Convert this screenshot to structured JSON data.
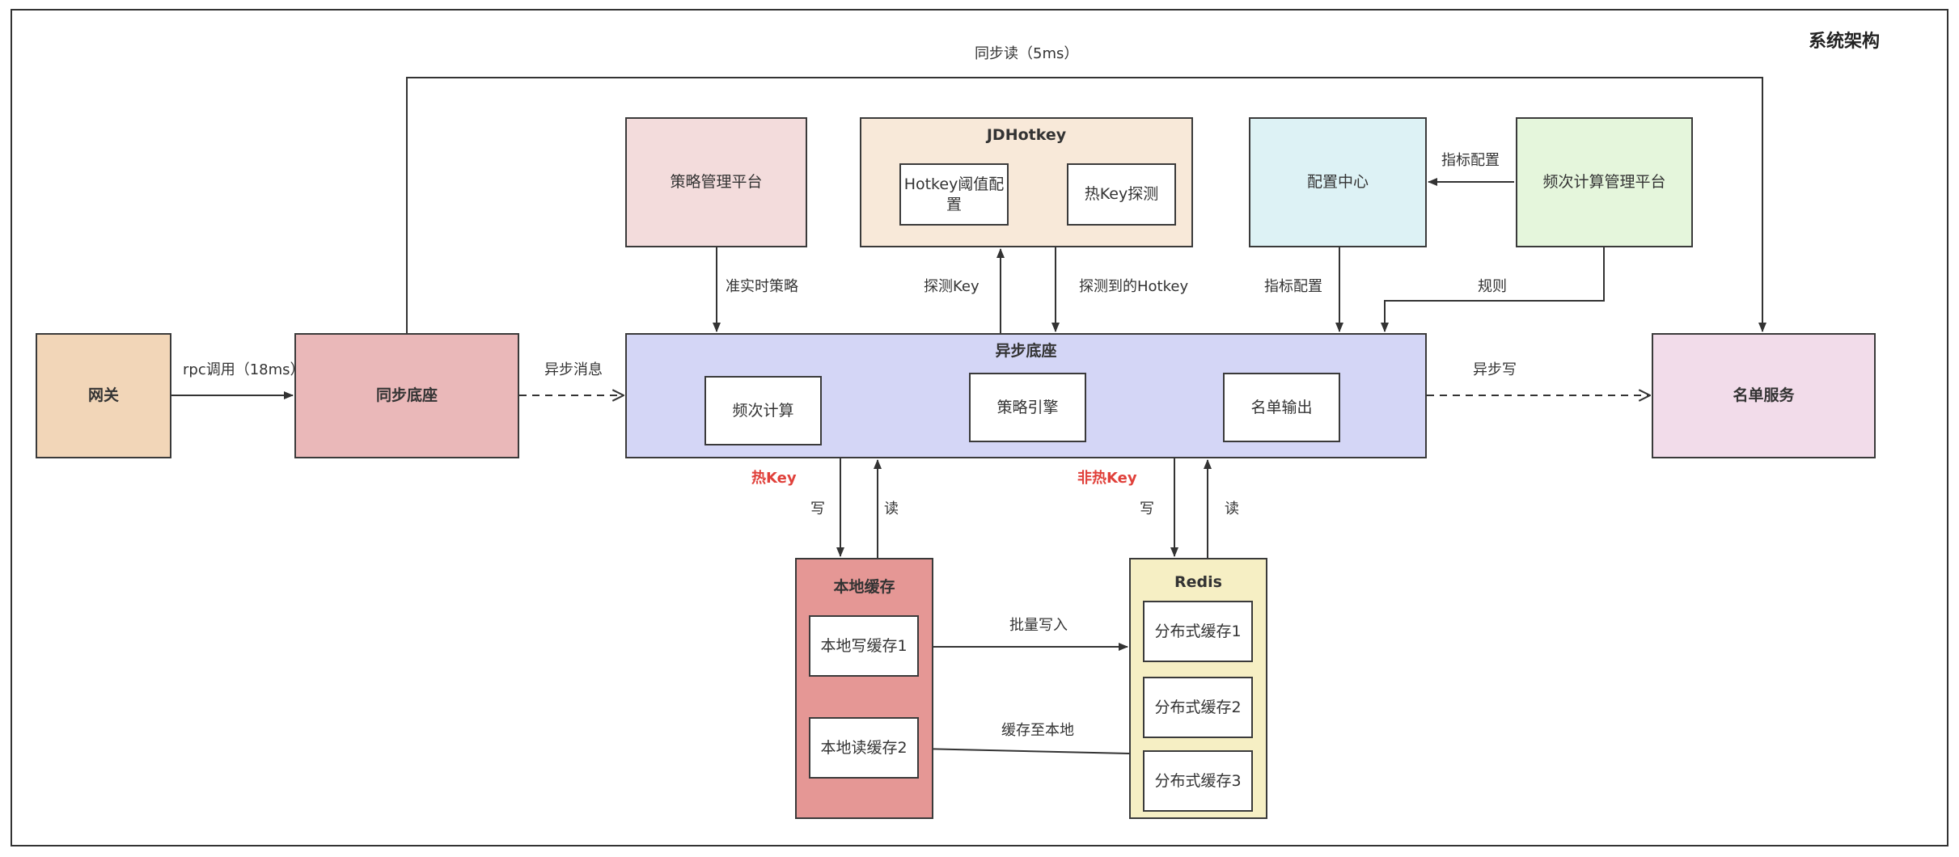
{
  "title": "系统架构",
  "nodes": {
    "gateway": "网关",
    "sync_base": "同步底座",
    "async_base": "异步底座",
    "list_service": "名单服务",
    "strategy_platform": "策略管理平台",
    "jdhotkey": "JDHotkey",
    "hotkey_threshold": "Hotkey阈值配置",
    "hotkey_detect": "热Key探测",
    "config_center": "配置中心",
    "freq_platform": "频次计算管理平台",
    "freq_calc": "频次计算",
    "strategy_engine": "策略引擎",
    "list_output": "名单输出",
    "local_cache": "本地缓存",
    "local_write_cache": "本地写缓存1",
    "local_read_cache": "本地读缓存2",
    "redis": "Redis",
    "dist_cache_1": "分布式缓存1",
    "dist_cache_2": "分布式缓存2",
    "dist_cache_3": "分布式缓存3"
  },
  "edges": {
    "sync_read": "同步读（5ms）",
    "rpc_call": "rpc调用（18ms）",
    "async_msg": "异步消息",
    "async_write": "异步写",
    "near_realtime": "准实时策略",
    "detect_key": "探测Key",
    "detected_hotkey": "探测到的Hotkey",
    "metric_config_1": "指标配置",
    "metric_config_2": "指标配置",
    "rules": "规则",
    "hot_key": "热Key",
    "non_hot_key": "非热Key",
    "write_1": "写",
    "read_1": "读",
    "write_2": "写",
    "read_2": "读",
    "batch_write": "批量写入",
    "cache_to_local": "缓存至本地"
  },
  "colors": {
    "gateway": "#f2d6b8",
    "sync_base": "#eab8b9",
    "async_base": "#d4d6f6",
    "list_service": "#f2dcea",
    "strategy_platform": "#f3dcdc",
    "jdhotkey": "#f8e9d9",
    "config_center": "#ddf2f5",
    "freq_platform": "#e5f6dc",
    "local_cache": "#e59795",
    "redis": "#f6efc4",
    "highlight_text": "#e0403a"
  }
}
